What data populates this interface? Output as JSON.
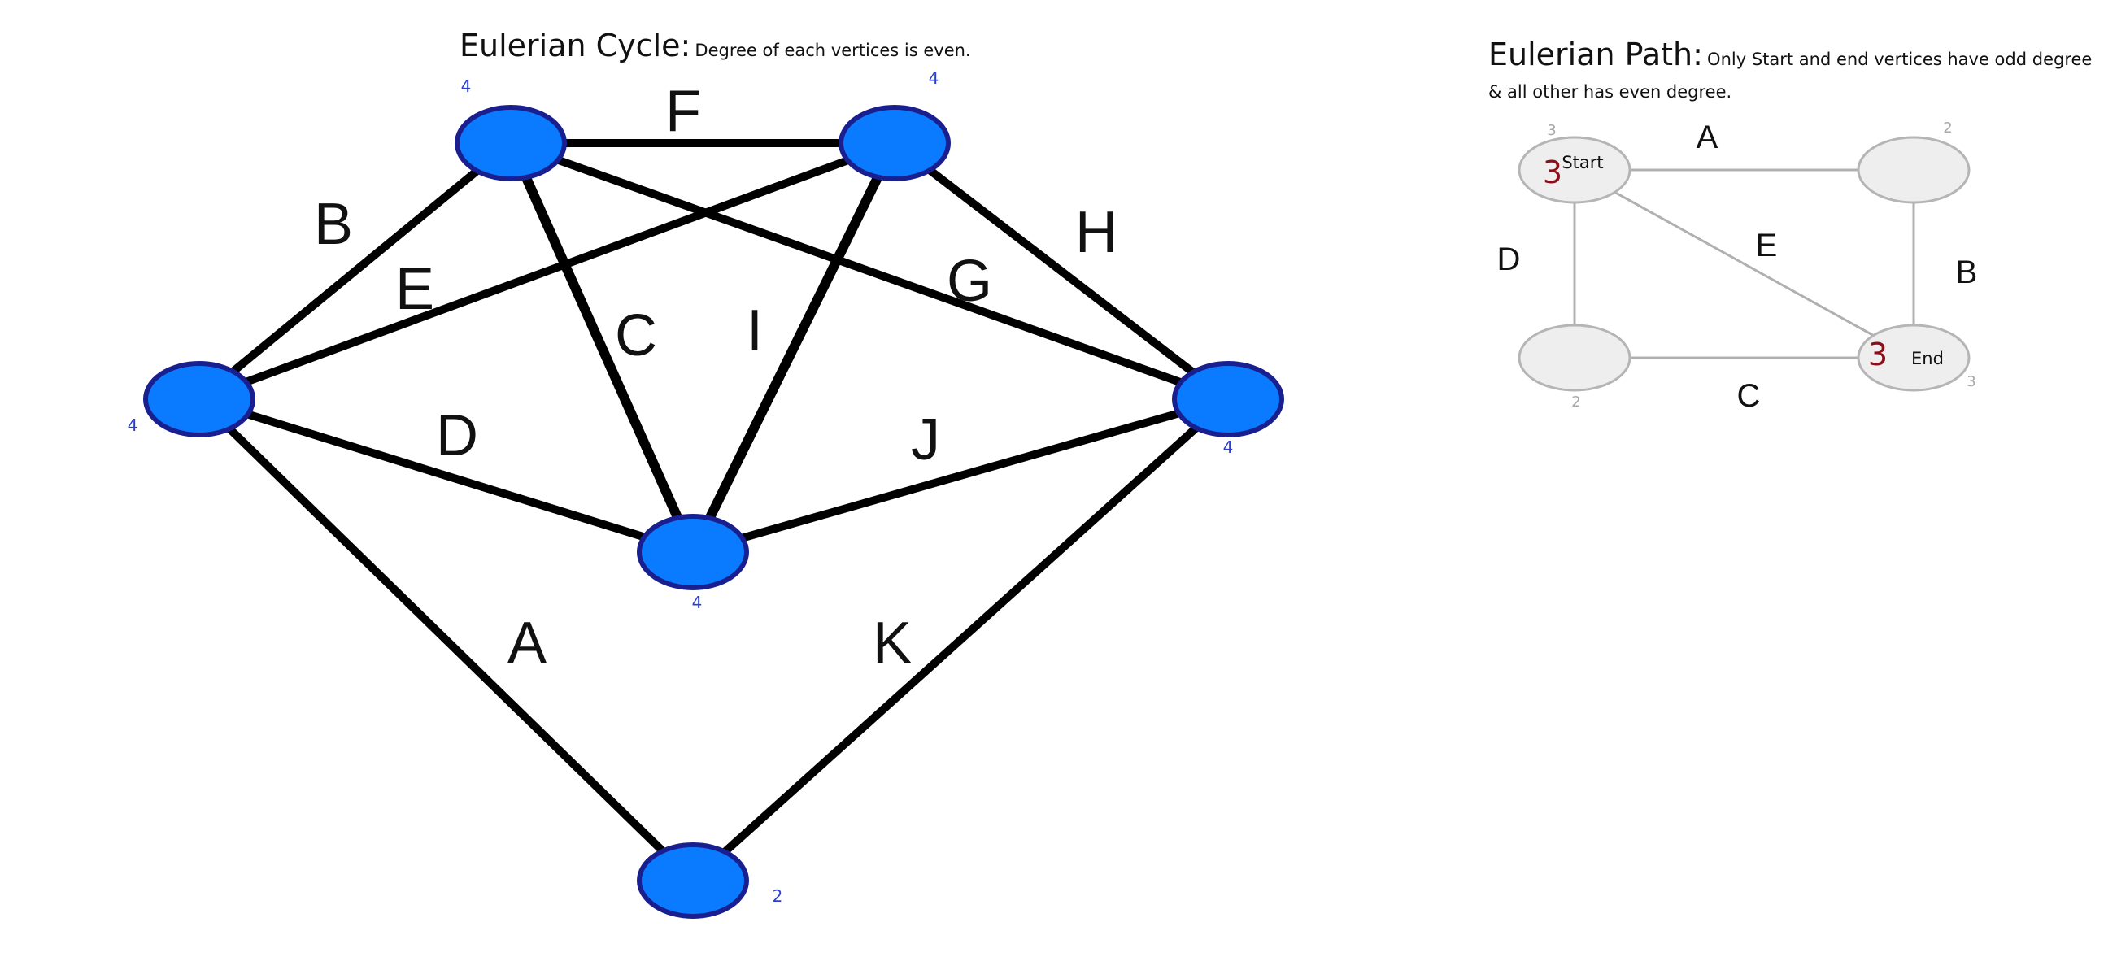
{
  "cycle": {
    "title": "Eulerian Cycle:",
    "subtitle": "Degree of each vertices is even.",
    "vertices": [
      {
        "id": "top-left",
        "degree": "4"
      },
      {
        "id": "top-right",
        "degree": "4"
      },
      {
        "id": "left",
        "degree": "4"
      },
      {
        "id": "right",
        "degree": "4"
      },
      {
        "id": "center",
        "degree": "4"
      },
      {
        "id": "bottom",
        "degree": "2"
      }
    ],
    "edges": [
      {
        "label": "A",
        "from": "left",
        "to": "bottom"
      },
      {
        "label": "B",
        "from": "left",
        "to": "top-left"
      },
      {
        "label": "C",
        "from": "top-left",
        "to": "center"
      },
      {
        "label": "D",
        "from": "left",
        "to": "center"
      },
      {
        "label": "E",
        "from": "left",
        "to": "top-right"
      },
      {
        "label": "F",
        "from": "top-left",
        "to": "top-right"
      },
      {
        "label": "G",
        "from": "top-left",
        "to": "right"
      },
      {
        "label": "H",
        "from": "top-right",
        "to": "right"
      },
      {
        "label": "I",
        "from": "top-right",
        "to": "center"
      },
      {
        "label": "J",
        "from": "center",
        "to": "right"
      },
      {
        "label": "K",
        "from": "right",
        "to": "bottom"
      }
    ]
  },
  "path": {
    "title": "Eulerian Path:",
    "subtitle": "Only Start and end vertices have odd degree & all other has even degree.",
    "vertices": [
      {
        "id": "start",
        "name": "Start",
        "degree": "3",
        "degree_badge": "3"
      },
      {
        "id": "top-right",
        "name": "",
        "degree": "2"
      },
      {
        "id": "bottom-left",
        "name": "",
        "degree": "2"
      },
      {
        "id": "end",
        "name": "End",
        "degree": "3",
        "degree_badge": "3"
      }
    ],
    "edges": [
      {
        "label": "A",
        "from": "start",
        "to": "top-right"
      },
      {
        "label": "B",
        "from": "top-right",
        "to": "end"
      },
      {
        "label": "C",
        "from": "bottom-left",
        "to": "end"
      },
      {
        "label": "D",
        "from": "start",
        "to": "bottom-left"
      },
      {
        "label": "E",
        "from": "start",
        "to": "end"
      }
    ]
  },
  "colors": {
    "cycle_node_fill": "#0a7bff",
    "cycle_node_stroke": "#1a1f8f",
    "cycle_edge": "#000000",
    "path_node_fill": "#eeeeee",
    "path_node_stroke": "#b5b5b5",
    "path_edge": "#b0b0b0",
    "degree_blue": "#2a3fd0",
    "degree_red": "#8b0f1a"
  }
}
